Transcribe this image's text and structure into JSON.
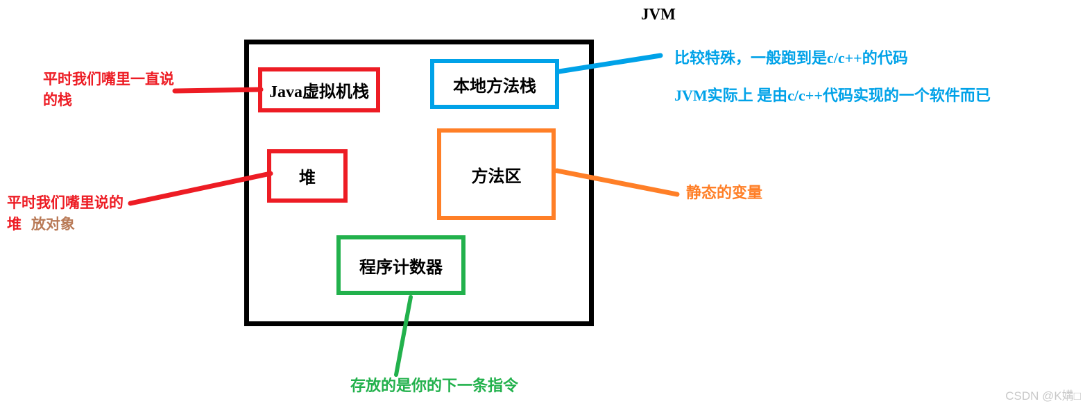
{
  "title": "JVM",
  "colors": {
    "red": "#ED1C24",
    "blue": "#00A2E8",
    "orange": "#FF7F27",
    "green": "#22B14C",
    "brown": "#B97A57",
    "black": "#000000",
    "watermark_gray": "#c9c9c9"
  },
  "boxes": {
    "jvm_stack": {
      "label": "Java虚拟机栈",
      "color": "#ED1C24"
    },
    "native_stack": {
      "label": "本地方法栈",
      "color": "#00A2E8"
    },
    "heap": {
      "label": "堆",
      "color": "#ED1C24"
    },
    "method_area": {
      "label": "方法区",
      "color": "#FF7F27"
    },
    "program_counter": {
      "label": "程序计数器",
      "color": "#22B14C"
    }
  },
  "annotations": {
    "stack_note": {
      "line1": "平时我们嘴里一直说",
      "line2": "的栈"
    },
    "heap_note": {
      "line1": "平时我们嘴里说的",
      "line2_red": "堆",
      "line2_brown": "放对象"
    },
    "native_note_1": "比较特殊，一般跑到是c/c++的代码",
    "native_note_2": "JVM实际上  是由c/c++代码实现的一个软件而已",
    "method_area_note": "静态的变量",
    "pc_note": "存放的是你的下一条指令"
  },
  "watermark": "CSDN @K媾□"
}
